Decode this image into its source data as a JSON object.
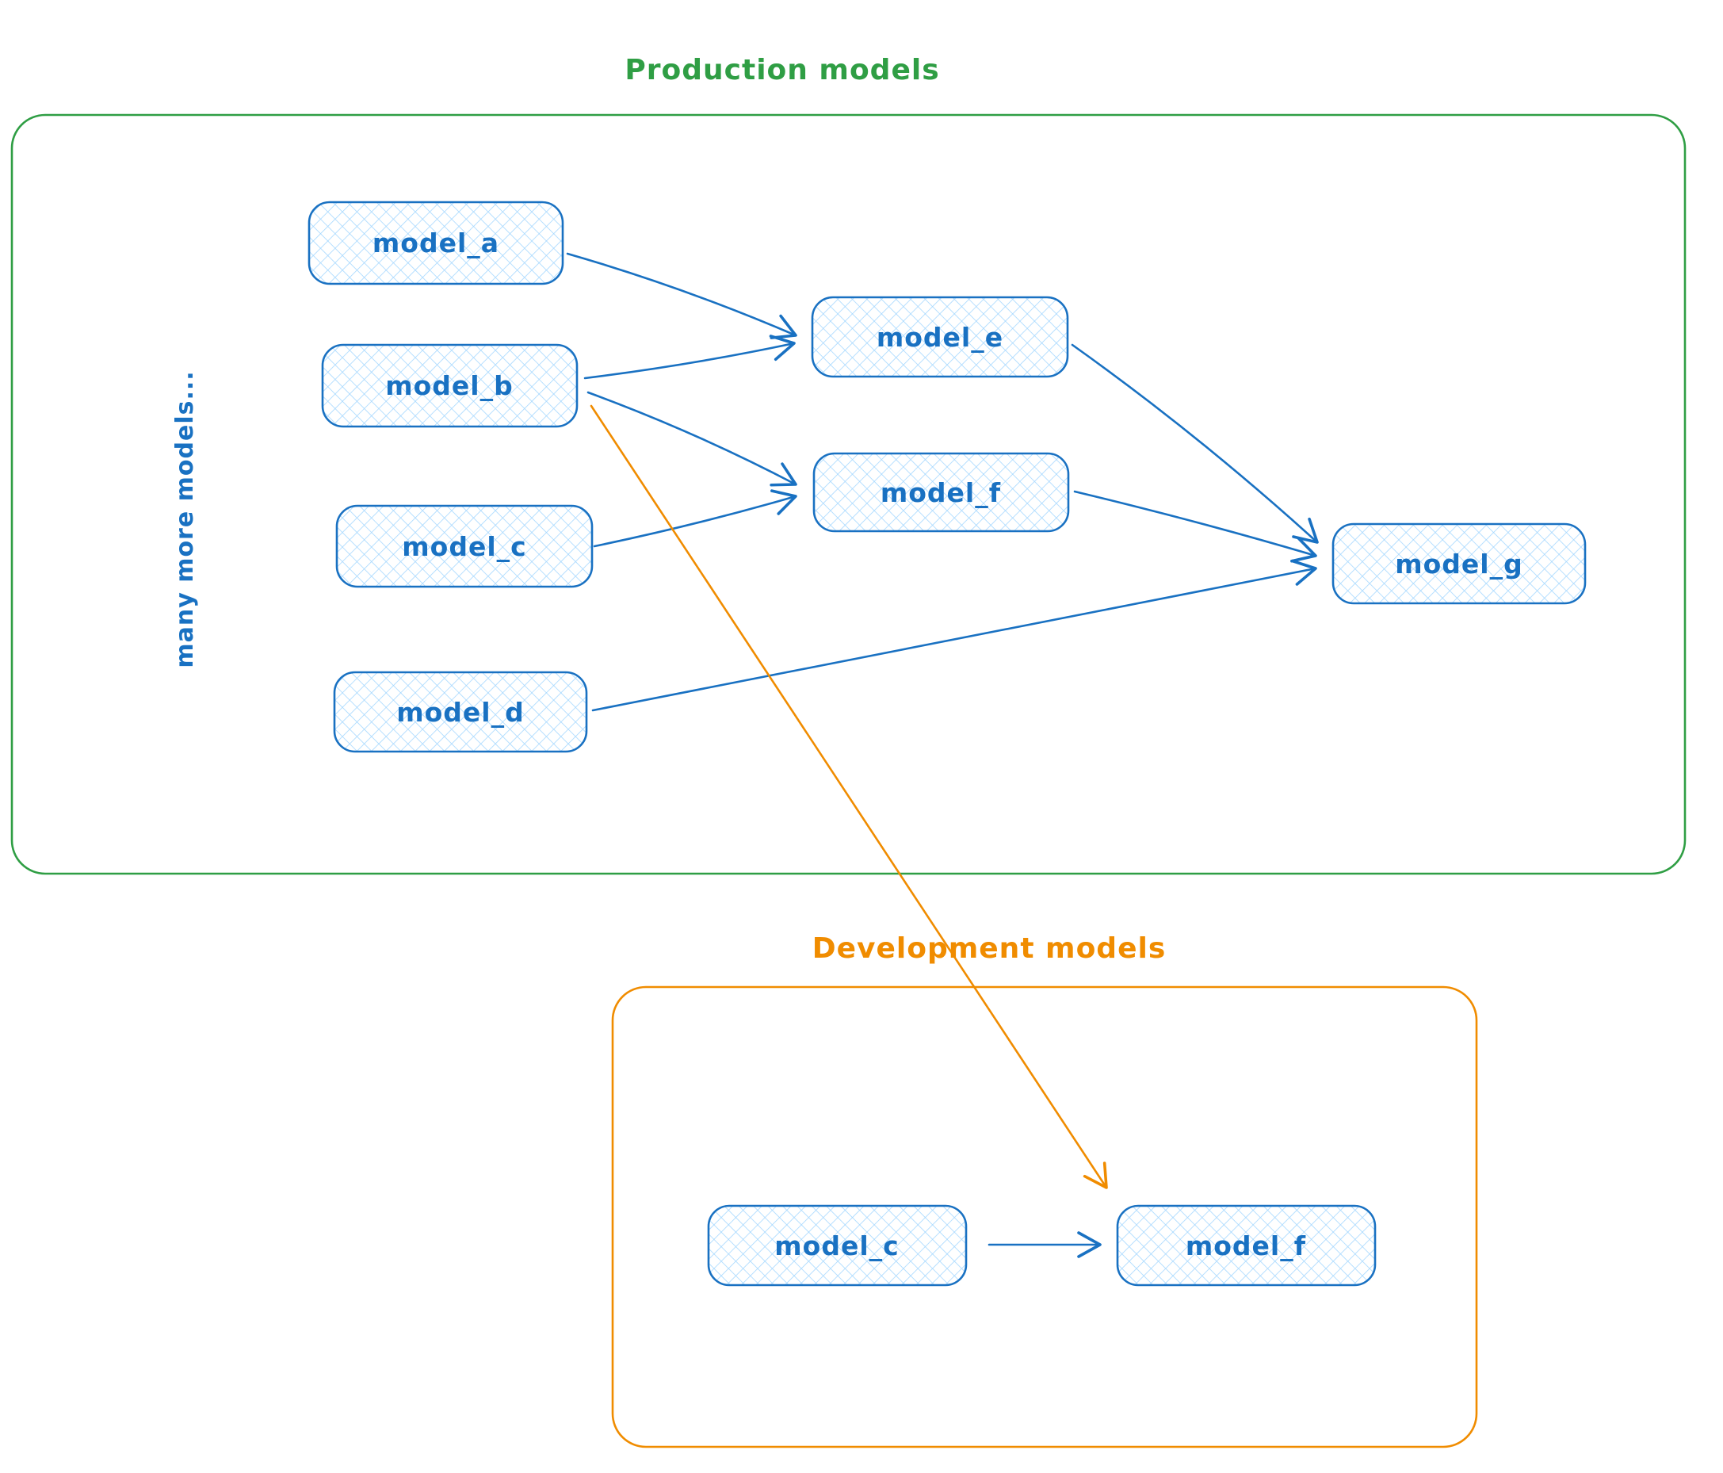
{
  "colors": {
    "blue": "#1971c2",
    "blue_fill": "#a5d8ff",
    "green": "#2f9e44",
    "orange": "#f08c00",
    "background": "#ffffff"
  },
  "production": {
    "title": "Production models",
    "side_label": "many more models...",
    "nodes": [
      {
        "id": "model_a",
        "label": "model_a"
      },
      {
        "id": "model_b",
        "label": "model_b"
      },
      {
        "id": "model_c",
        "label": "model_c"
      },
      {
        "id": "model_d",
        "label": "model_d"
      },
      {
        "id": "model_e",
        "label": "model_e"
      },
      {
        "id": "model_f",
        "label": "model_f"
      },
      {
        "id": "model_g",
        "label": "model_g"
      }
    ],
    "edges": [
      {
        "from": "model_a",
        "to": "model_e"
      },
      {
        "from": "model_b",
        "to": "model_e"
      },
      {
        "from": "model_b",
        "to": "model_f"
      },
      {
        "from": "model_c",
        "to": "model_f"
      },
      {
        "from": "model_e",
        "to": "model_g"
      },
      {
        "from": "model_f",
        "to": "model_g"
      },
      {
        "from": "model_d",
        "to": "model_g"
      }
    ]
  },
  "development": {
    "title": "Development models",
    "nodes": [
      {
        "id": "model_c",
        "label": "model_c"
      },
      {
        "id": "model_f",
        "label": "model_f"
      }
    ],
    "edges": [
      {
        "from": "model_c",
        "to": "model_f"
      }
    ]
  },
  "cross_edge": {
    "from": "production model_b",
    "to": "development model_f",
    "color_name": "orange"
  }
}
